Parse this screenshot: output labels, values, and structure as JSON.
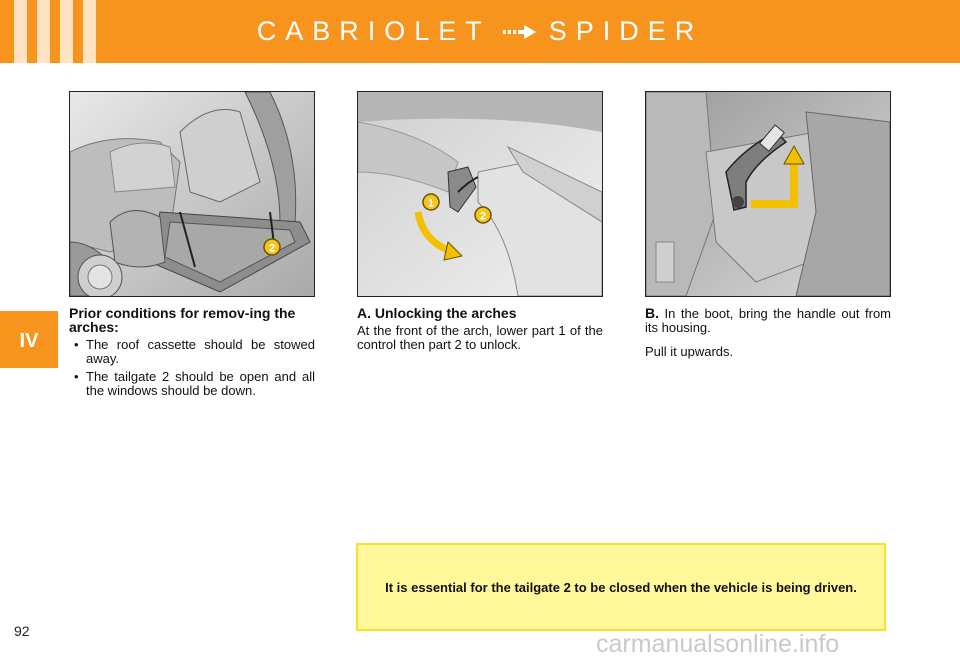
{
  "header": {
    "title_left": "CABRIOLET",
    "title_right": "SPIDER",
    "arrow_icon": "right-arrow-icon",
    "colors": {
      "band": "#f7941d",
      "stripes": "#fde3c1"
    }
  },
  "chapter": {
    "label": "IV"
  },
  "illustrations": {
    "left": {
      "callouts": [
        "2"
      ]
    },
    "middle": {
      "callouts": [
        "1",
        "2"
      ]
    },
    "right": {
      "callouts": []
    }
  },
  "columns": {
    "left": {
      "heading": "Prior conditions for remov-ing the arches:",
      "bullets": [
        "The roof cassette should be stowed away.",
        "The tailgate 2 should be open and all the windows should be down."
      ]
    },
    "middle": {
      "heading": "A. Unlocking the arches",
      "paragraph": "At the front of the arch, lower part 1 of the control then part 2 to unlock."
    },
    "right": {
      "lead": "B.",
      "paragraph_1": " In the boot, bring the handle out from its housing.",
      "paragraph_2": "Pull it upwards."
    }
  },
  "note": {
    "text": "It is essential for the tailgate 2 to be closed when the vehicle is being driven.",
    "colors": {
      "fill": "#fff799",
      "border": "#f3e32e"
    }
  },
  "page_number": "92",
  "watermark": "carmanualsonline.info"
}
